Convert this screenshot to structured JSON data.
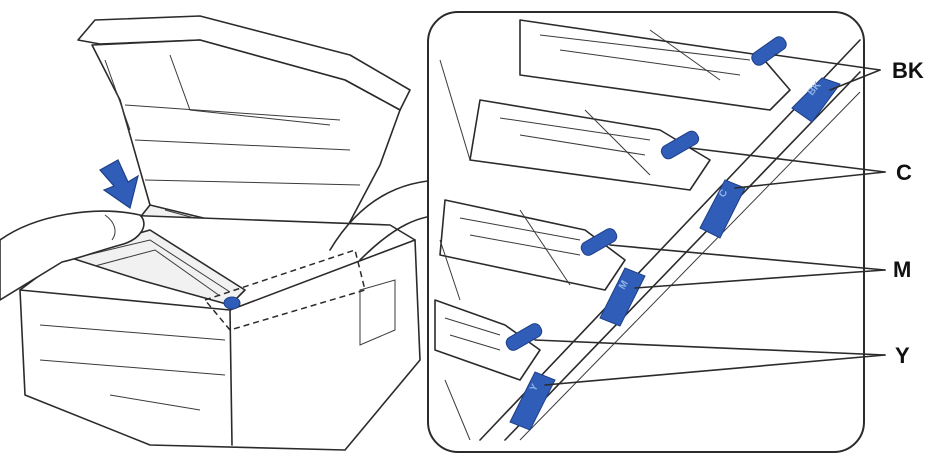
{
  "colors": {
    "outline": "#2b2b2b",
    "accent_blue": "#2f5db8",
    "accent_blue_dark": "#1f3f86",
    "paper": "#ffffff"
  },
  "icons": {
    "insert_arrow": "down-arrow-icon"
  },
  "callout_labels": [
    {
      "id": "bk",
      "text": "BK"
    },
    {
      "id": "c",
      "text": "C"
    },
    {
      "id": "m",
      "text": "M"
    },
    {
      "id": "y",
      "text": "Y"
    }
  ],
  "cartridge_tags": [
    {
      "id": "bk",
      "text": "BK"
    },
    {
      "id": "c",
      "text": "C"
    },
    {
      "id": "m",
      "text": "M"
    },
    {
      "id": "y",
      "text": "Y"
    }
  ]
}
